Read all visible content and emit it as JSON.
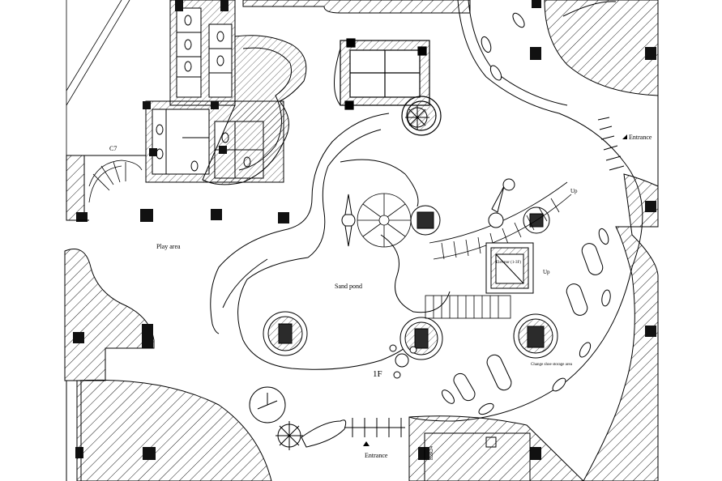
{
  "labels": {
    "play_area": "Play area",
    "sand_pond": "Sand pond",
    "floor": "1F",
    "entrance_right": "Entrance",
    "entrance_bottom": "Entrance",
    "up_top": "Up",
    "up_elevator": "Up",
    "elevator": "Elevator (1-3F)",
    "change_shoe": "Change shoe storage area",
    "column_tag": "C7",
    "room_code": "B2R24"
  },
  "colors": {
    "line": "#000000",
    "background": "#ffffff",
    "hatch": "#000000",
    "fill_dark": "#2b2b2b"
  },
  "icons": [
    "arrow-triangle-icon",
    "plant-icon",
    "spiral-stair-icon",
    "propeller-icon",
    "elevator-icon"
  ]
}
